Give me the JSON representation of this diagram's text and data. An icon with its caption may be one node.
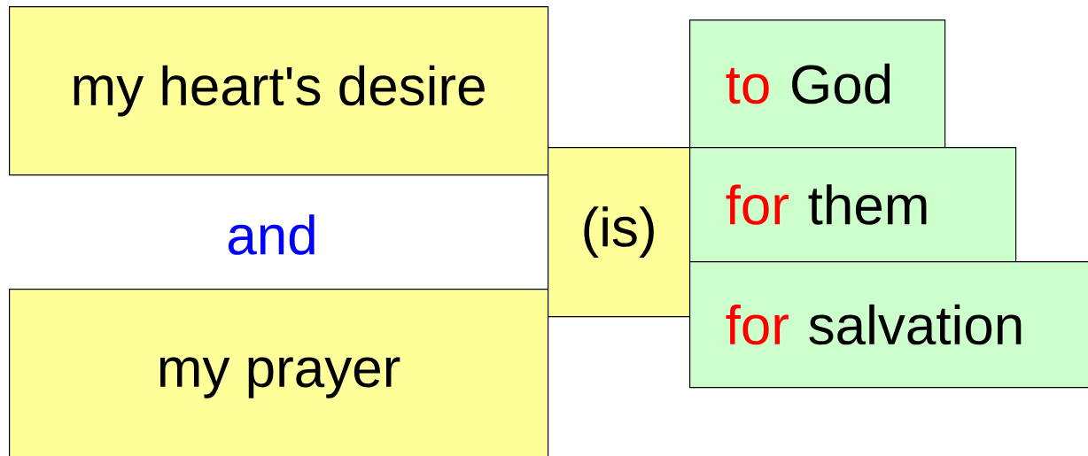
{
  "diagram": {
    "nodes": [
      {
        "text": [
          "my heart's desire"
        ]
      },
      {
        "text": [
          "my prayer"
        ]
      },
      {
        "text": [
          "(is)"
        ]
      },
      {
        "text": [
          "to",
          "God"
        ]
      },
      {
        "text": [
          "for",
          "them"
        ]
      },
      {
        "text": [
          "for",
          "salvation"
        ]
      }
    ],
    "labels": [
      "and"
    ]
  }
}
